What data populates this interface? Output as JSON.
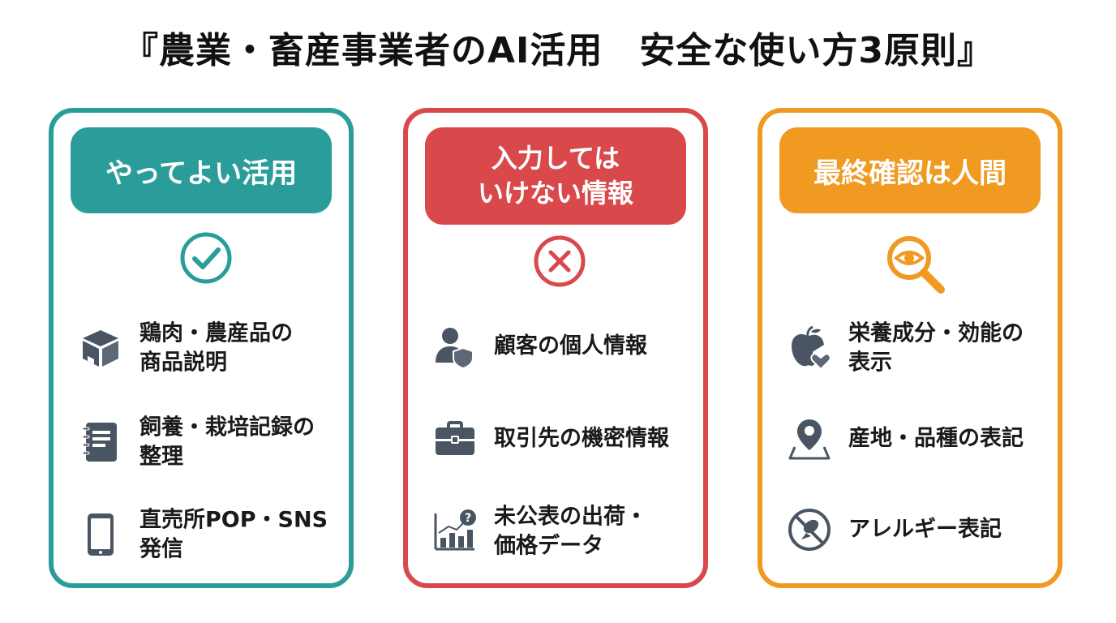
{
  "title": "『農業・畜産事業者のAI活用　安全な使い方3原則』",
  "colors": {
    "teal": "#2a9d9a",
    "red": "#d9494c",
    "orange": "#f09a22",
    "icon_gray": "#4a5563"
  },
  "panels": [
    {
      "header_lines": [
        "やってよい活用"
      ],
      "badge_icon": "check-circle-icon",
      "items": [
        {
          "icon": "box-icon",
          "lines": [
            "鶏肉・農産品の",
            "商品説明"
          ]
        },
        {
          "icon": "notebook-icon",
          "lines": [
            "飼養・栽培記録の",
            "整理"
          ]
        },
        {
          "icon": "smartphone-icon",
          "lines": [
            "直売所POP・SNS",
            "発信"
          ]
        }
      ]
    },
    {
      "header_lines": [
        "入力しては",
        "いけない情報"
      ],
      "badge_icon": "x-circle-icon",
      "items": [
        {
          "icon": "user-shield-icon",
          "lines": [
            "顧客の個人情報"
          ]
        },
        {
          "icon": "briefcase-icon",
          "lines": [
            "取引先の機密情報"
          ]
        },
        {
          "icon": "chart-question-icon",
          "lines": [
            "未公表の出荷・",
            "価格データ"
          ]
        }
      ]
    },
    {
      "header_lines": [
        "最終確認は人間"
      ],
      "badge_icon": "magnifier-eye-icon",
      "items": [
        {
          "icon": "apple-heart-icon",
          "lines": [
            "栄養成分・効能の",
            "表示"
          ]
        },
        {
          "icon": "map-pin-icon",
          "lines": [
            "産地・品種の表記"
          ]
        },
        {
          "icon": "no-allergen-icon",
          "lines": [
            "アレルギー表記"
          ]
        }
      ]
    }
  ]
}
